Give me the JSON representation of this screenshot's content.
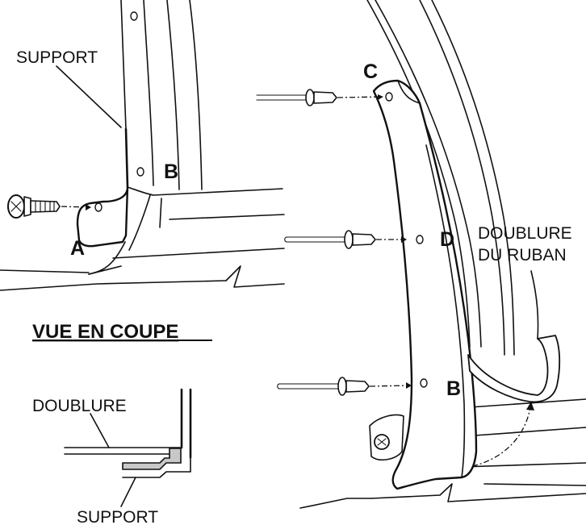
{
  "labels": {
    "support_top": "SUPPORT",
    "letter_a": "A",
    "letter_b_left": "B",
    "letter_c": "C",
    "letter_d": "D",
    "letter_b_right": "B",
    "doublure_du_ruban_line1": "DOUBLURE",
    "doublure_du_ruban_line2": "DU RUBAN",
    "section_title": "VUE EN COUPE",
    "doublure": "DOUBLURE",
    "support_bottom": "SUPPORT"
  },
  "colors": {
    "line": "#111111",
    "support_fill": "#c8c8c8",
    "background": "#ffffff"
  }
}
